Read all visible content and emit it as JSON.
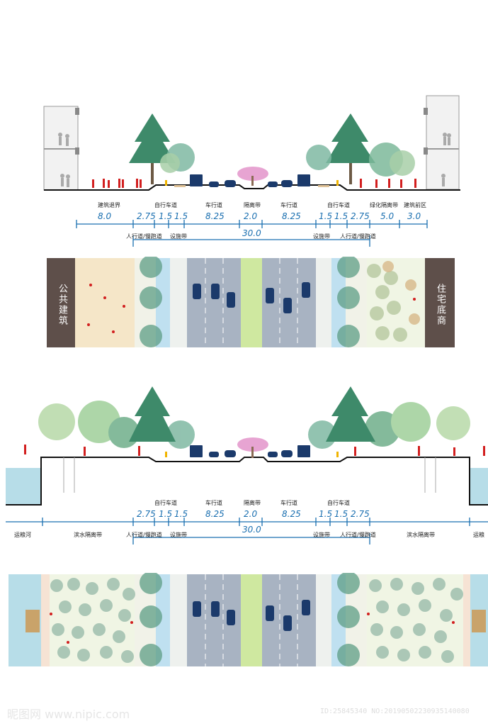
{
  "section1": {
    "top_labels": [
      {
        "text": "自行车道",
        "pos": "left-bike"
      },
      {
        "text": "车行道",
        "pos": "left-road"
      },
      {
        "text": "隔离带",
        "pos": "median"
      },
      {
        "text": "车行道",
        "pos": "right-road"
      },
      {
        "text": "自行车道",
        "pos": "right-bike"
      }
    ],
    "label_building_setback": "建筑退界",
    "label_green_buffer": "绿化隔离带",
    "label_building_front": "建筑前区",
    "dims": [
      "8.0",
      "2.75",
      "1.5",
      "1.5",
      "8.25",
      "2.0",
      "8.25",
      "1.5",
      "1.5",
      "2.75",
      "5.0",
      "3.0"
    ],
    "total": "30.0",
    "bottom_labels": [
      "人行道/慢跑道",
      "设施带",
      "设施带",
      "人行道/慢跑道"
    ],
    "plan_left_text": "公共建筑",
    "plan_right_text": "住宅底商"
  },
  "section2": {
    "top_labels": [
      "自行车道",
      "车行道",
      "隔离带",
      "车行道",
      "自行车道"
    ],
    "dims": [
      "2.75",
      "1.5",
      "1.5",
      "8.25",
      "2.0",
      "8.25",
      "1.5",
      "1.5",
      "2.75"
    ],
    "total": "30.0",
    "left_label": "运粮河",
    "left_buffer": "滨水隔离带",
    "right_buffer": "滨水隔离带",
    "right_label": "运粮",
    "bottom_labels": [
      "人行道/慢跑道",
      "设施带",
      "设施带",
      "人行道/慢跑道"
    ]
  },
  "footer": {
    "watermark": "昵图网 www.nipic.com",
    "id_text": "ID:25845340 NO:20190502230935140080"
  },
  "colors": {
    "dimension": "#1a6fb0",
    "road": "#a8b3c2",
    "median": "#cfe8a0",
    "bike": "#bfe0f0",
    "sidewalk": "#f5e6c8",
    "building": "#5e4f4a",
    "water": "#b7dde8",
    "tree": "#5e9e86"
  }
}
